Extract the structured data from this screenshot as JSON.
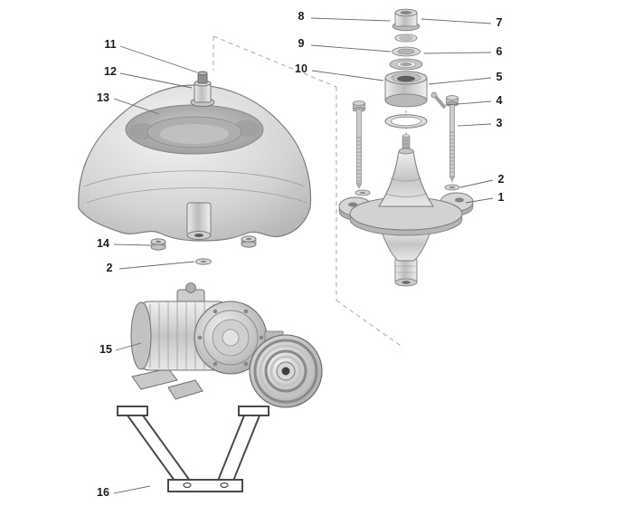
{
  "diagram": {
    "callouts": [
      {
        "label": "8"
      },
      {
        "label": "7"
      },
      {
        "label": "9"
      },
      {
        "label": "6"
      },
      {
        "label": "10"
      },
      {
        "label": "5"
      },
      {
        "label": "4"
      },
      {
        "label": "3"
      },
      {
        "label": "2"
      },
      {
        "label": "1"
      },
      {
        "label": "11"
      },
      {
        "label": "12"
      },
      {
        "label": "13"
      },
      {
        "label": "14"
      },
      {
        "label": "2"
      },
      {
        "label": "15"
      },
      {
        "label": "16"
      }
    ]
  }
}
